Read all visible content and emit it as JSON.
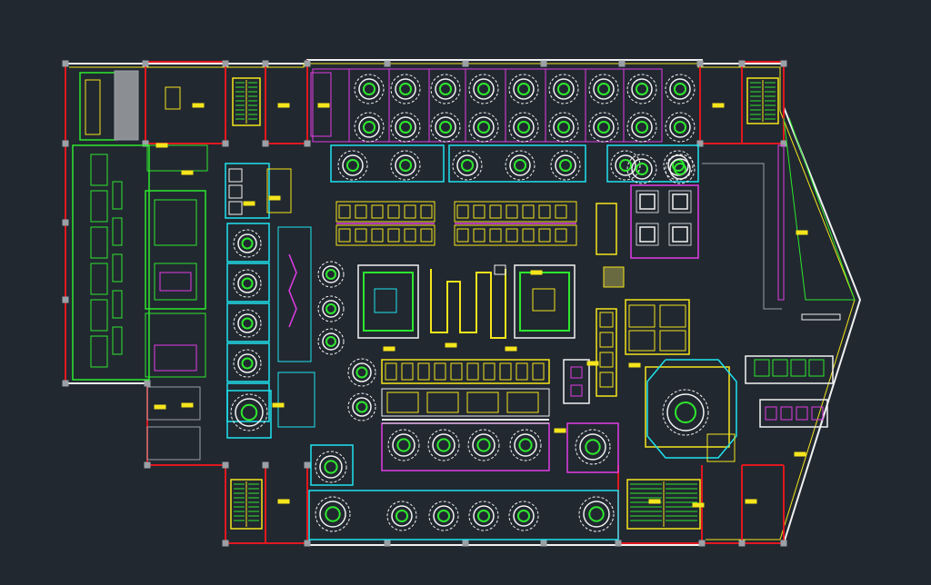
{
  "drawing": {
    "background": "#212830",
    "layers": {
      "wall": "#e0181f",
      "outline": "#f2f2f2",
      "yellow": "#f5e51c",
      "green": "#2ee82e",
      "cyan": "#1fe3f0",
      "magenta": "#e23ce6",
      "gray": "#9aa0a6"
    },
    "round_tables": {
      "top_rows": 2,
      "top_per_row": 9,
      "second_row": 7,
      "left_column": 5,
      "mid_column": 4,
      "lower_center": 5,
      "bottom_row": 6,
      "vip_room": 1
    },
    "square_tables": {
      "left_mid_column": 4,
      "right_cluster": 6
    },
    "booth_blocks": 4,
    "stair_cores": 4
  }
}
